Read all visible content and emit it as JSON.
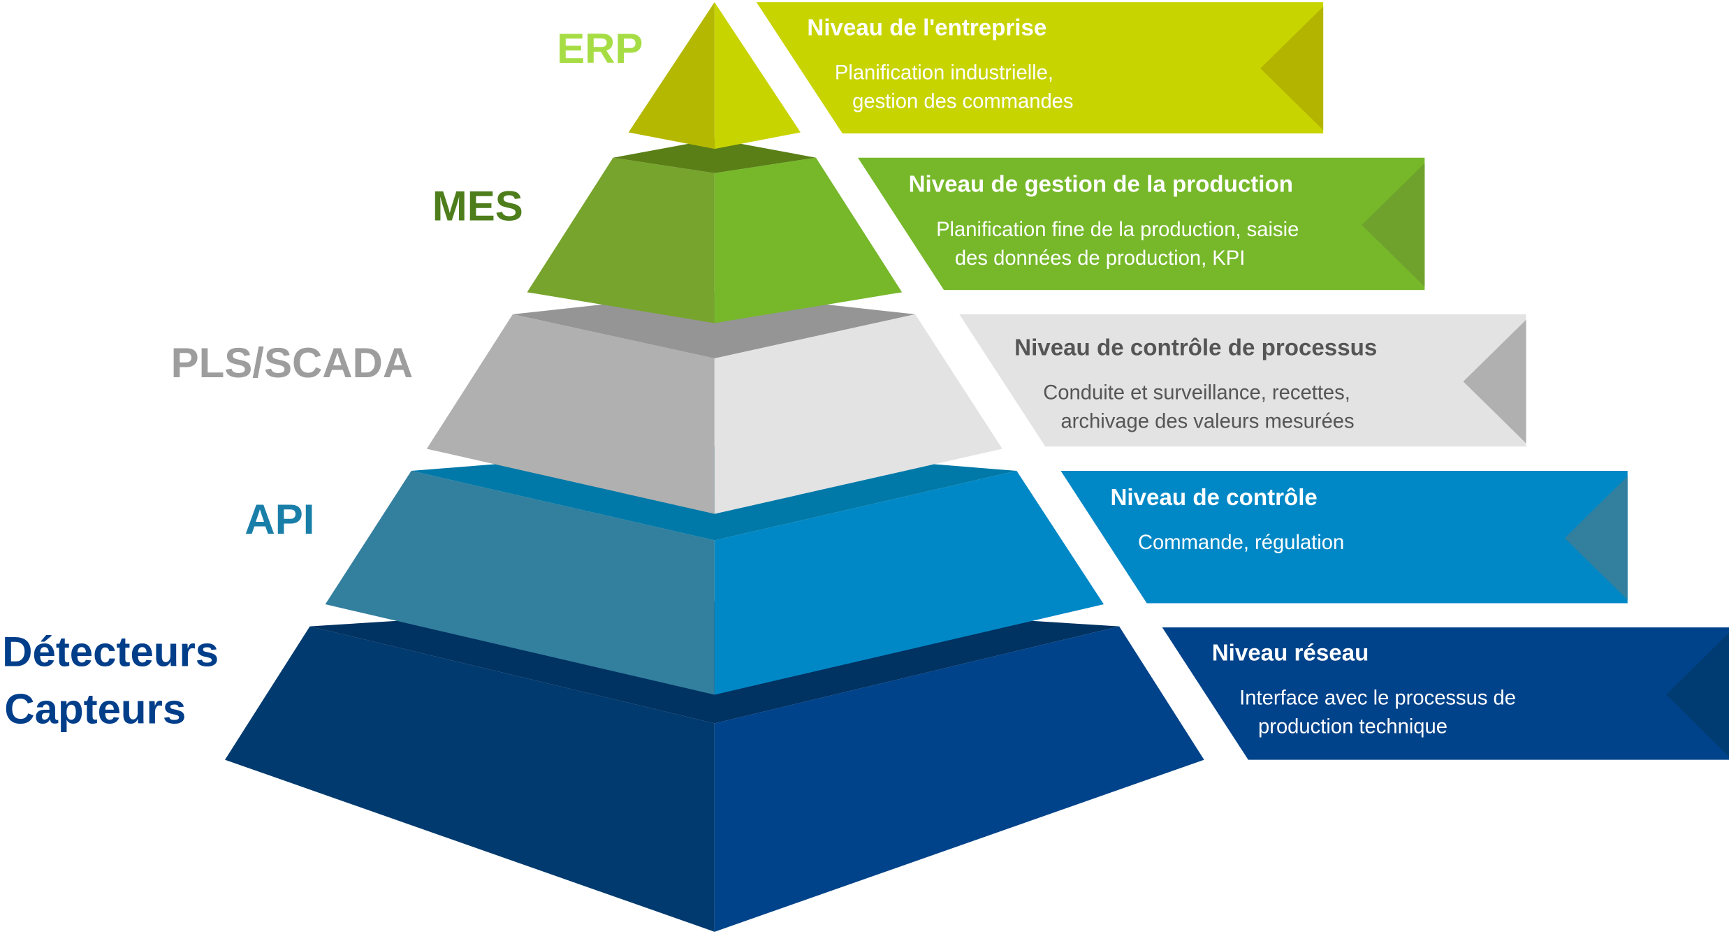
{
  "levels": [
    {
      "label": "ERP",
      "title": "Niveau de l'entreprise",
      "desc1": "Planification industrielle,",
      "desc2": "gestion des commandes",
      "colors": {
        "label": "#a6dd45",
        "right": "#c8d400",
        "left": "#b5b800",
        "top": "#c8d400",
        "banner": "#c8d400",
        "notch": "#b3b400",
        "title": "#ffffff",
        "text": "#ffffff"
      }
    },
    {
      "label": "MES",
      "title": "Niveau de gestion de la production",
      "desc1": "Planification fine de la production, saisie",
      "desc2": "des données de production, KPI",
      "colors": {
        "label": "#4e7d1c",
        "right": "#76b82a",
        "left": "#77a42c",
        "top": "#5a7f16",
        "banner": "#76b82a",
        "notch": "#6ea22c",
        "title": "#ffffff",
        "text": "#ffffff"
      }
    },
    {
      "label": "PLS/SCADA",
      "title": "Niveau de contrôle de processus",
      "desc1": "Conduite et surveillance, recettes,",
      "desc2": "archivage des valeurs mesurées",
      "colors": {
        "label": "#9d9d9d",
        "right": "#e3e3e3",
        "left": "#b0b0b0",
        "top": "#959595",
        "banner": "#e3e3e3",
        "notch": "#b0b0b0",
        "title": "#555555",
        "text": "#555555"
      }
    },
    {
      "label": "API",
      "title": "Niveau de contrôle",
      "desc1": "Commande, régulation",
      "desc2": "",
      "colors": {
        "label": "#1a7fa8",
        "right": "#0088c6",
        "left": "#337f9e",
        "top": "#0079a8",
        "banner": "#0088c6",
        "notch": "#337f9e",
        "title": "#ffffff",
        "text": "#ffffff"
      }
    },
    {
      "label": "Détecteurs",
      "label2": "Capteurs",
      "title": "Niveau réseau",
      "desc1": "Interface avec le processus de",
      "desc2": "production technique",
      "colors": {
        "label": "#003e8a",
        "right": "#00438a",
        "left": "#003a6e",
        "top": "#003262",
        "banner": "#00438a",
        "notch": "#003c72",
        "title": "#ffffff",
        "text": "#ffffff"
      }
    }
  ]
}
